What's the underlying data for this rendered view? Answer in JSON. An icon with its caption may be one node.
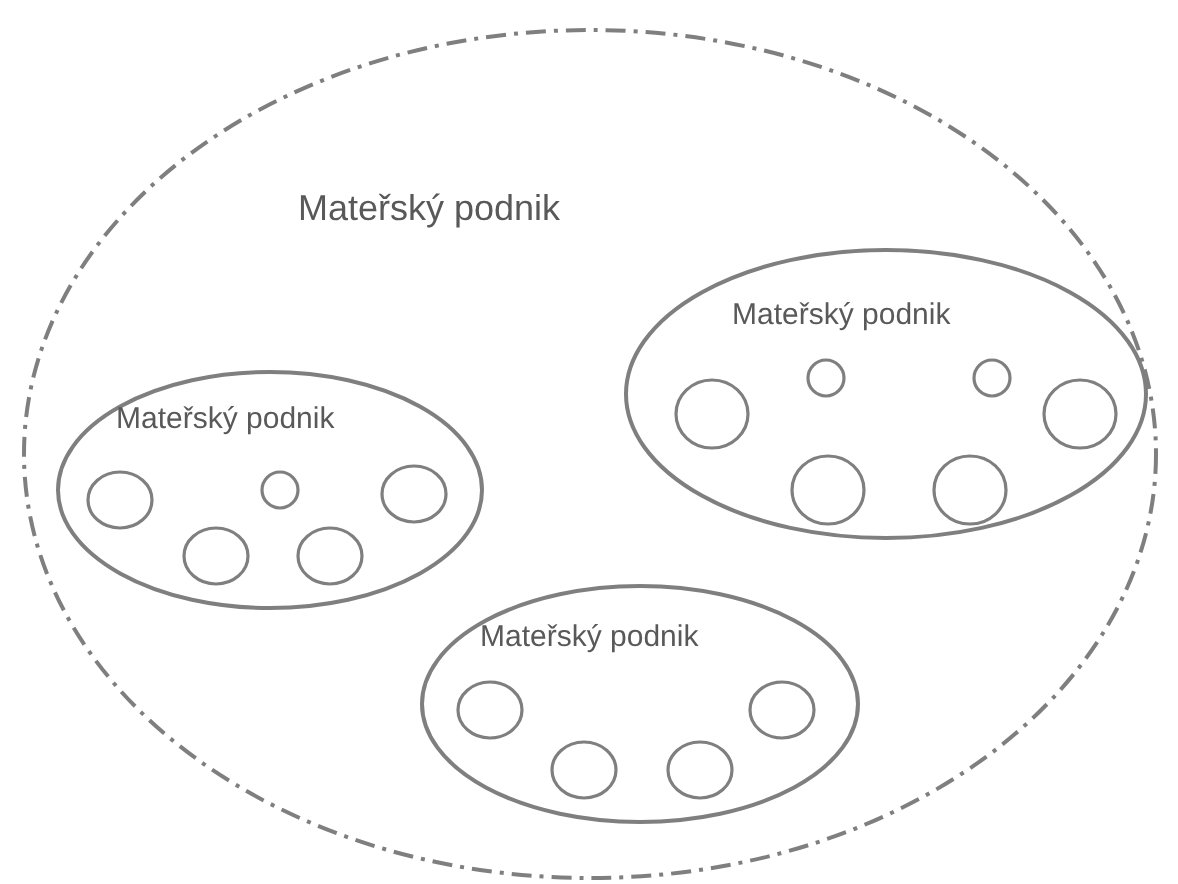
{
  "diagram": {
    "nodes": [
      {
        "text": [
          "Mateřský podnik"
        ]
      },
      {
        "text": [
          "Mateřský podnik"
        ],
        "in": 0
      },
      {
        "text": [],
        "shape": "circle",
        "in": 1
      },
      {
        "text": [],
        "shape": "circle",
        "in": 1
      },
      {
        "text": [],
        "shape": "circle",
        "in": 1
      },
      {
        "text": [],
        "shape": "circle",
        "in": 1
      },
      {
        "text": [],
        "shape": "circle",
        "in": 1
      },
      {
        "text": [],
        "shape": "circle",
        "in": 1
      },
      {
        "text": [
          "Mateřský podnik"
        ],
        "in": 0
      },
      {
        "text": [],
        "shape": "circle",
        "in": 8
      },
      {
        "text": [],
        "shape": "circle",
        "in": 8
      },
      {
        "text": [],
        "shape": "circle",
        "in": 8
      },
      {
        "text": [],
        "shape": "circle",
        "in": 8
      },
      {
        "text": [],
        "shape": "circle",
        "in": 8
      },
      {
        "text": [
          "Mateřský podnik"
        ],
        "in": 0
      },
      {
        "text": [],
        "shape": "circle",
        "in": 14
      },
      {
        "text": [],
        "shape": "circle",
        "in": 14
      },
      {
        "text": [],
        "shape": "circle",
        "in": 14
      },
      {
        "text": [],
        "shape": "circle",
        "in": 14
      }
    ]
  }
}
